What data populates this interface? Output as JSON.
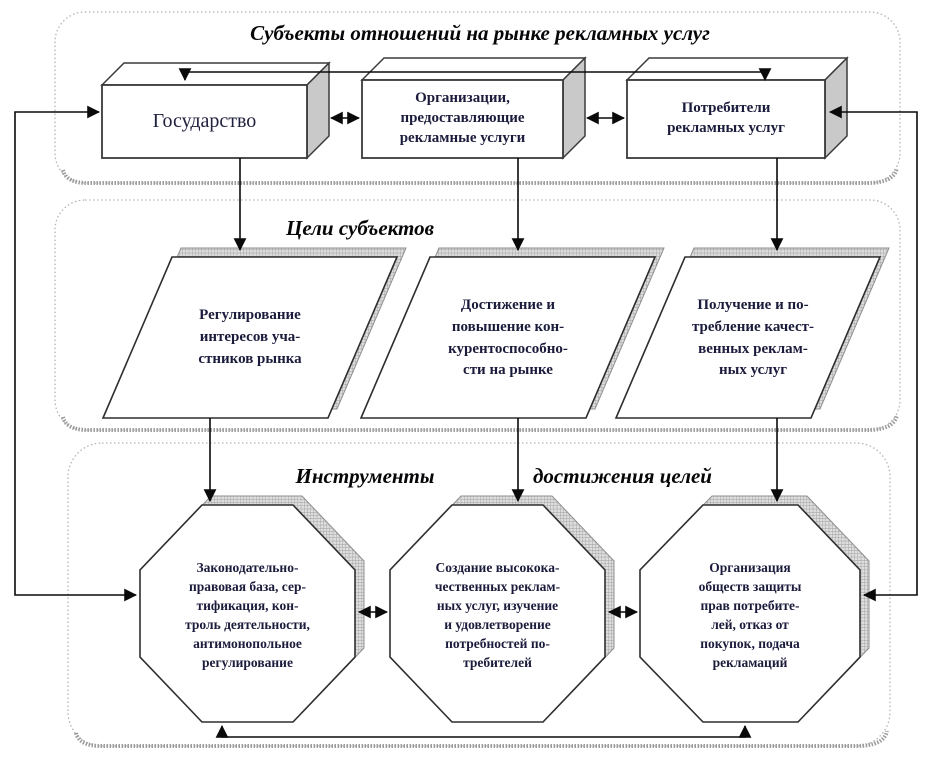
{
  "diagram": {
    "section1": {
      "title": "Субъекты отношений на рынке рекламных услуг",
      "box1": "Государство",
      "box2": "Организации,\nпредоставляющие\nрекламные услуги",
      "box3": "Потребители\nрекламных услуг"
    },
    "section2": {
      "title": "Цели субъектов",
      "shape1": "Регулирование\nинтересов уча-\nстников рынка",
      "shape2": "Достижение и\nповышение кон-\nкурентоспособно-\nсти на рынке",
      "shape3": "Получение и по-\nтребление качест-\nвенных реклам-\nных услуг"
    },
    "section3": {
      "title_part1": "Инструменты",
      "title_part2": "достижения целей",
      "shape1": "Законодательно-\nправовая база, сер-\nтификация, кон-\nтроль деятельности,\nантимонопольное\nрегулирование",
      "shape2": "Создание высокока-\nчественных реклам-\nных услуг, изучение\nи удовлетворение\nпотребностей по-\nтребителей",
      "shape3": "Организация\nобществ защиты\nправ потребите-\nлей, отказ от\nпокупок, подача\nрекламаций"
    },
    "palette": {
      "shape_fill": "#ffffff",
      "side_face_gray": "#c9c9c9",
      "hatch_gray": "#dedede",
      "line_black": "#111111",
      "border_dotted_gray": "#b3b3b3"
    }
  }
}
